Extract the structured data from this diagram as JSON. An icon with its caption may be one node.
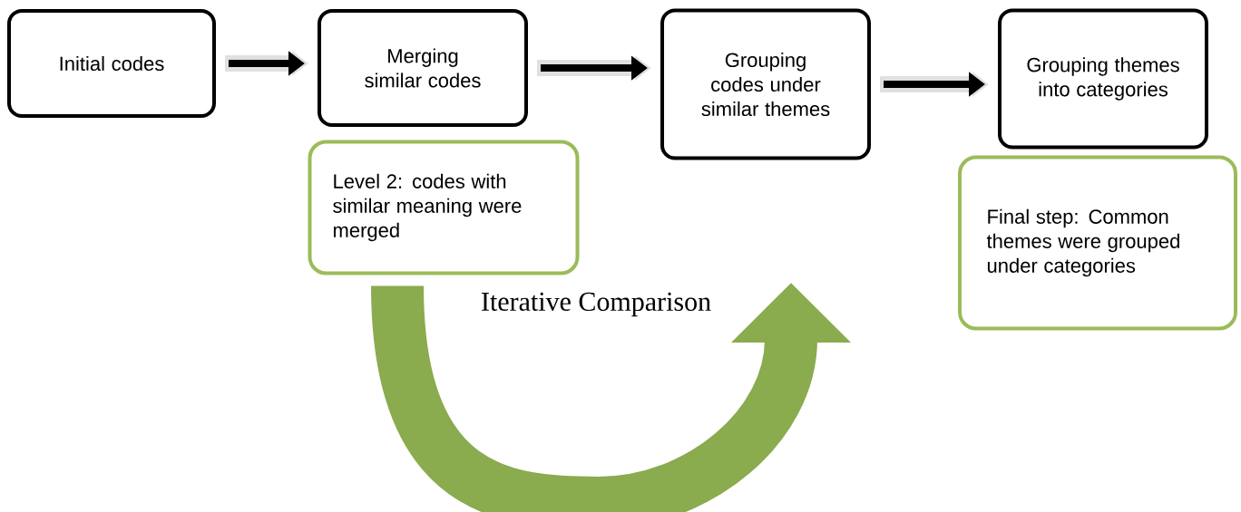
{
  "diagram": {
    "nodes": [
      {
        "text": [
          "Initial codes"
        ]
      },
      {
        "text": [
          "Merging similar codes"
        ]
      },
      {
        "text": [
          "Grouping codes under similar themes"
        ]
      },
      {
        "text": [
          "Grouping themes into categories"
        ]
      },
      {
        "text": [
          "Level 2: codes with similar meaning were merged"
        ]
      },
      {
        "text": [
          "Final step: Common themes were grouped under categories"
        ]
      }
    ],
    "edges": [
      {
        "from": 0,
        "to": 1,
        "arrow": "to"
      },
      {
        "from": 1,
        "to": 2,
        "arrow": "to"
      },
      {
        "from": 2,
        "to": 3,
        "arrow": "to"
      },
      {
        "from": 4,
        "to": null,
        "arrow": "to",
        "label": "Iterative Comparison",
        "style": "thick",
        "color": "#8aab4e"
      }
    ]
  }
}
